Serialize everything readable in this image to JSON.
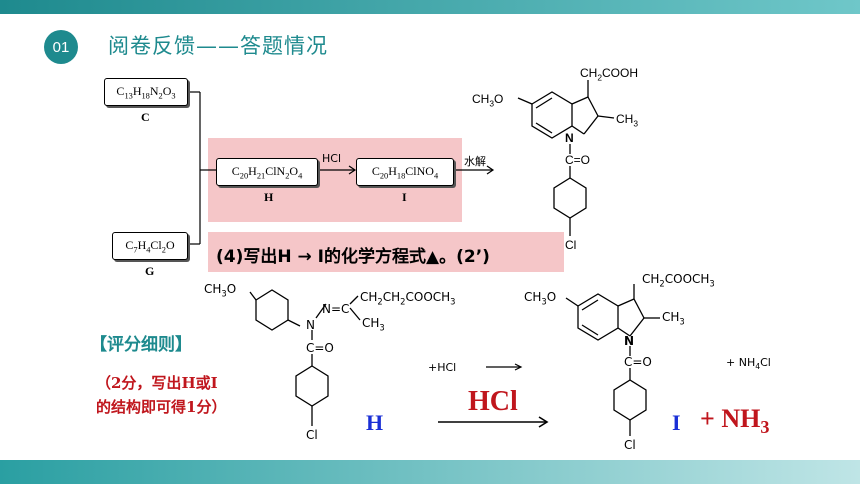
{
  "header": {
    "section_number": "01",
    "title": "阅卷反馈——答题情况"
  },
  "scheme": {
    "compound_c": {
      "formula": "C13H18N2O3",
      "label": "C"
    },
    "compound_g": {
      "formula": "C7H4Cl2O",
      "label": "G"
    },
    "compound_h": {
      "formula": "C20H21ClN2O4",
      "label": "H"
    },
    "compound_i": {
      "formula": "C20H18ClNO4",
      "label": "I"
    },
    "reagent_hcl": "HCl",
    "reagent_hydrolysis": "水解",
    "product_groups": {
      "ch2cooh": "CH2COOH",
      "ch3o": "CH3O",
      "ch3": "CH3",
      "n": "N",
      "co": "C=O",
      "cl": "Cl"
    }
  },
  "question": {
    "text": "(4)写出H → I的化学方程式",
    "marker": "▲",
    "tail": "。(2’)"
  },
  "scoring": {
    "heading": "【评分细则】",
    "line1": "（2分，写出H或I",
    "line2": "的结构即可得1分）"
  },
  "equation": {
    "left_label": "H",
    "right_label": "I",
    "arrow_reagent": "HCl",
    "byproduct": "+ NH3",
    "small_plus_hcl": "+HCl",
    "small_plus_nh4cl": "+ NH4Cl",
    "h_groups": {
      "ch3o": "CH3O",
      "chain": "CH2CH2COOCH3",
      "ch3": "CH3",
      "n_eq_c": "N=C",
      "n": "N",
      "co": "C=O",
      "cl": "Cl"
    },
    "i_groups": {
      "chain": "CH2COOCH3",
      "ch3o": "CH3O",
      "ch3": "CH3",
      "n": "N",
      "co": "C=O",
      "cl": "Cl"
    }
  }
}
